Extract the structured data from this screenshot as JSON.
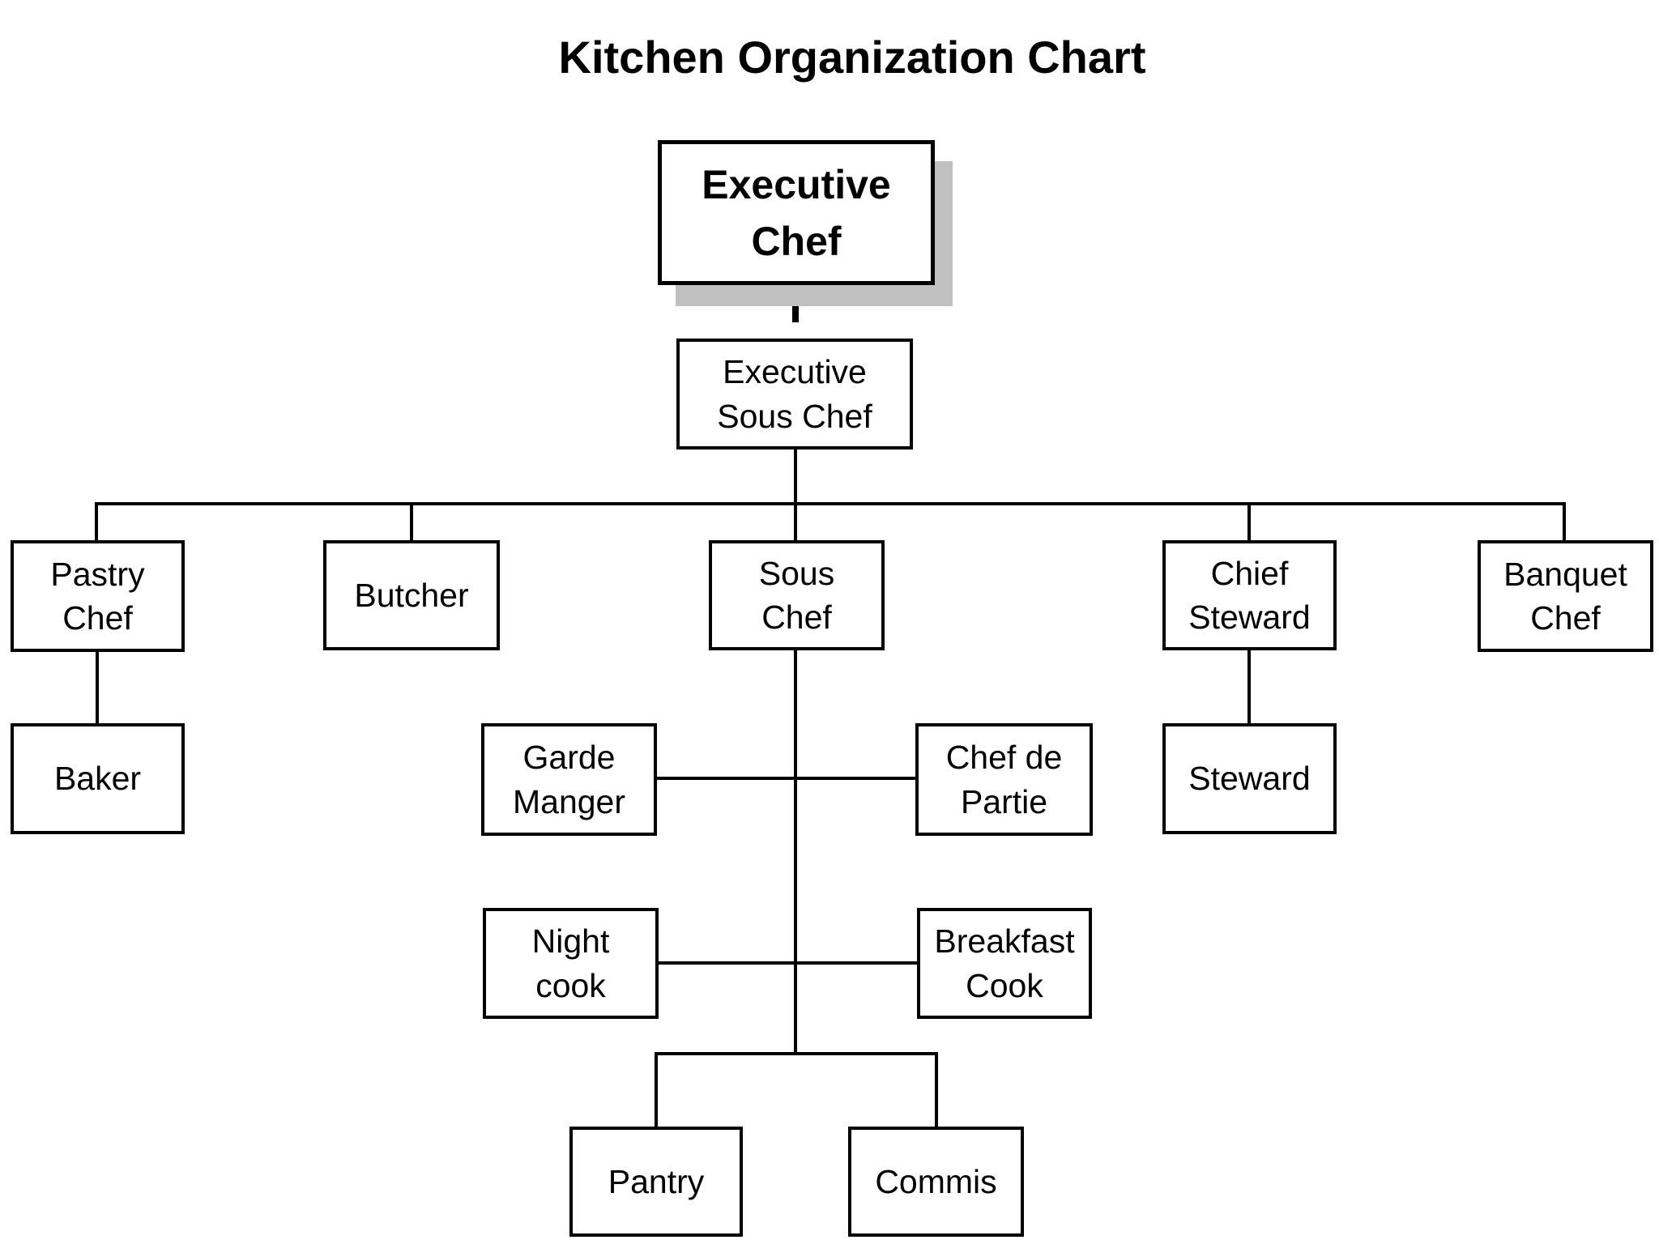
{
  "title": "Kitchen Organization Chart",
  "colors": {
    "background": "#ffffff",
    "line": "#000000",
    "text": "#000000",
    "root_box_shadow": "#c0c0c0"
  },
  "nodes": {
    "executive_chef": "Executive\nChef",
    "executive_sous_chef": "Executive\nSous Chef",
    "pastry_chef": "Pastry\nChef",
    "butcher": "Butcher",
    "sous_chef": "Sous\nChef",
    "chief_steward": "Chief\nSteward",
    "banquet_chef": "Banquet\nChef",
    "baker": "Baker",
    "garde_manger": "Garde\nManger",
    "chef_de_partie": "Chef de\nPartie",
    "steward": "Steward",
    "night_cook": "Night\ncook",
    "breakfast_cook": "Breakfast\nCook",
    "pantry": "Pantry",
    "commis": "Commis"
  },
  "chart_data": {
    "type": "org-chart",
    "title": "Kitchen Organization Chart",
    "hierarchy": [
      {
        "parent": "Executive Chef",
        "children": [
          "Executive Sous Chef"
        ]
      },
      {
        "parent": "Executive Sous Chef",
        "children": [
          "Pastry Chef",
          "Butcher",
          "Sous Chef",
          "Chief Steward",
          "Banquet Chef"
        ]
      },
      {
        "parent": "Pastry Chef",
        "children": [
          "Baker"
        ]
      },
      {
        "parent": "Chief Steward",
        "children": [
          "Steward"
        ]
      },
      {
        "parent": "Sous Chef",
        "children": [
          "Garde Manger",
          "Chef de Partie",
          "Night cook",
          "Breakfast Cook",
          "Pantry",
          "Commis"
        ]
      }
    ]
  }
}
